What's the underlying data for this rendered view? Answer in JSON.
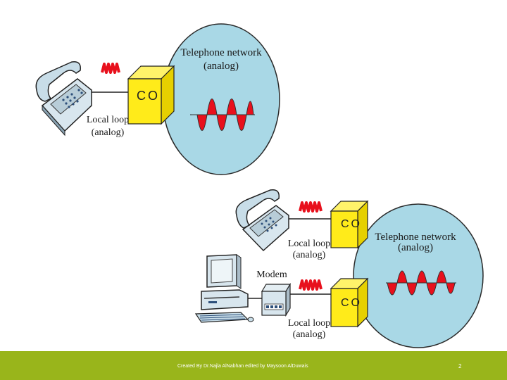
{
  "diagram_top": {
    "network_title": "Telephone network",
    "network_sub": "(analog)",
    "co_label": "CO",
    "loop_title": "Local loop",
    "loop_sub": "(analog)"
  },
  "diagram_bottom": {
    "network_title": "Telephone network",
    "network_sub": "(analog)",
    "co_label_1": "CO",
    "co_label_2": "CO",
    "loop1_title": "Local loop",
    "loop1_sub": "(analog)",
    "loop2_title": "Local loop",
    "loop2_sub": "(analog)",
    "modem_label": "Modem"
  },
  "footer": {
    "credit": "Created By Dr.Najla AlNabhan edited by Maysoon AlDuwais",
    "page_number": "2"
  },
  "colors": {
    "network_cloud": "#a9d8e6",
    "co_box": "#ffeb1a",
    "signal": "#e8101c",
    "footer_bar": "#99b51b"
  }
}
